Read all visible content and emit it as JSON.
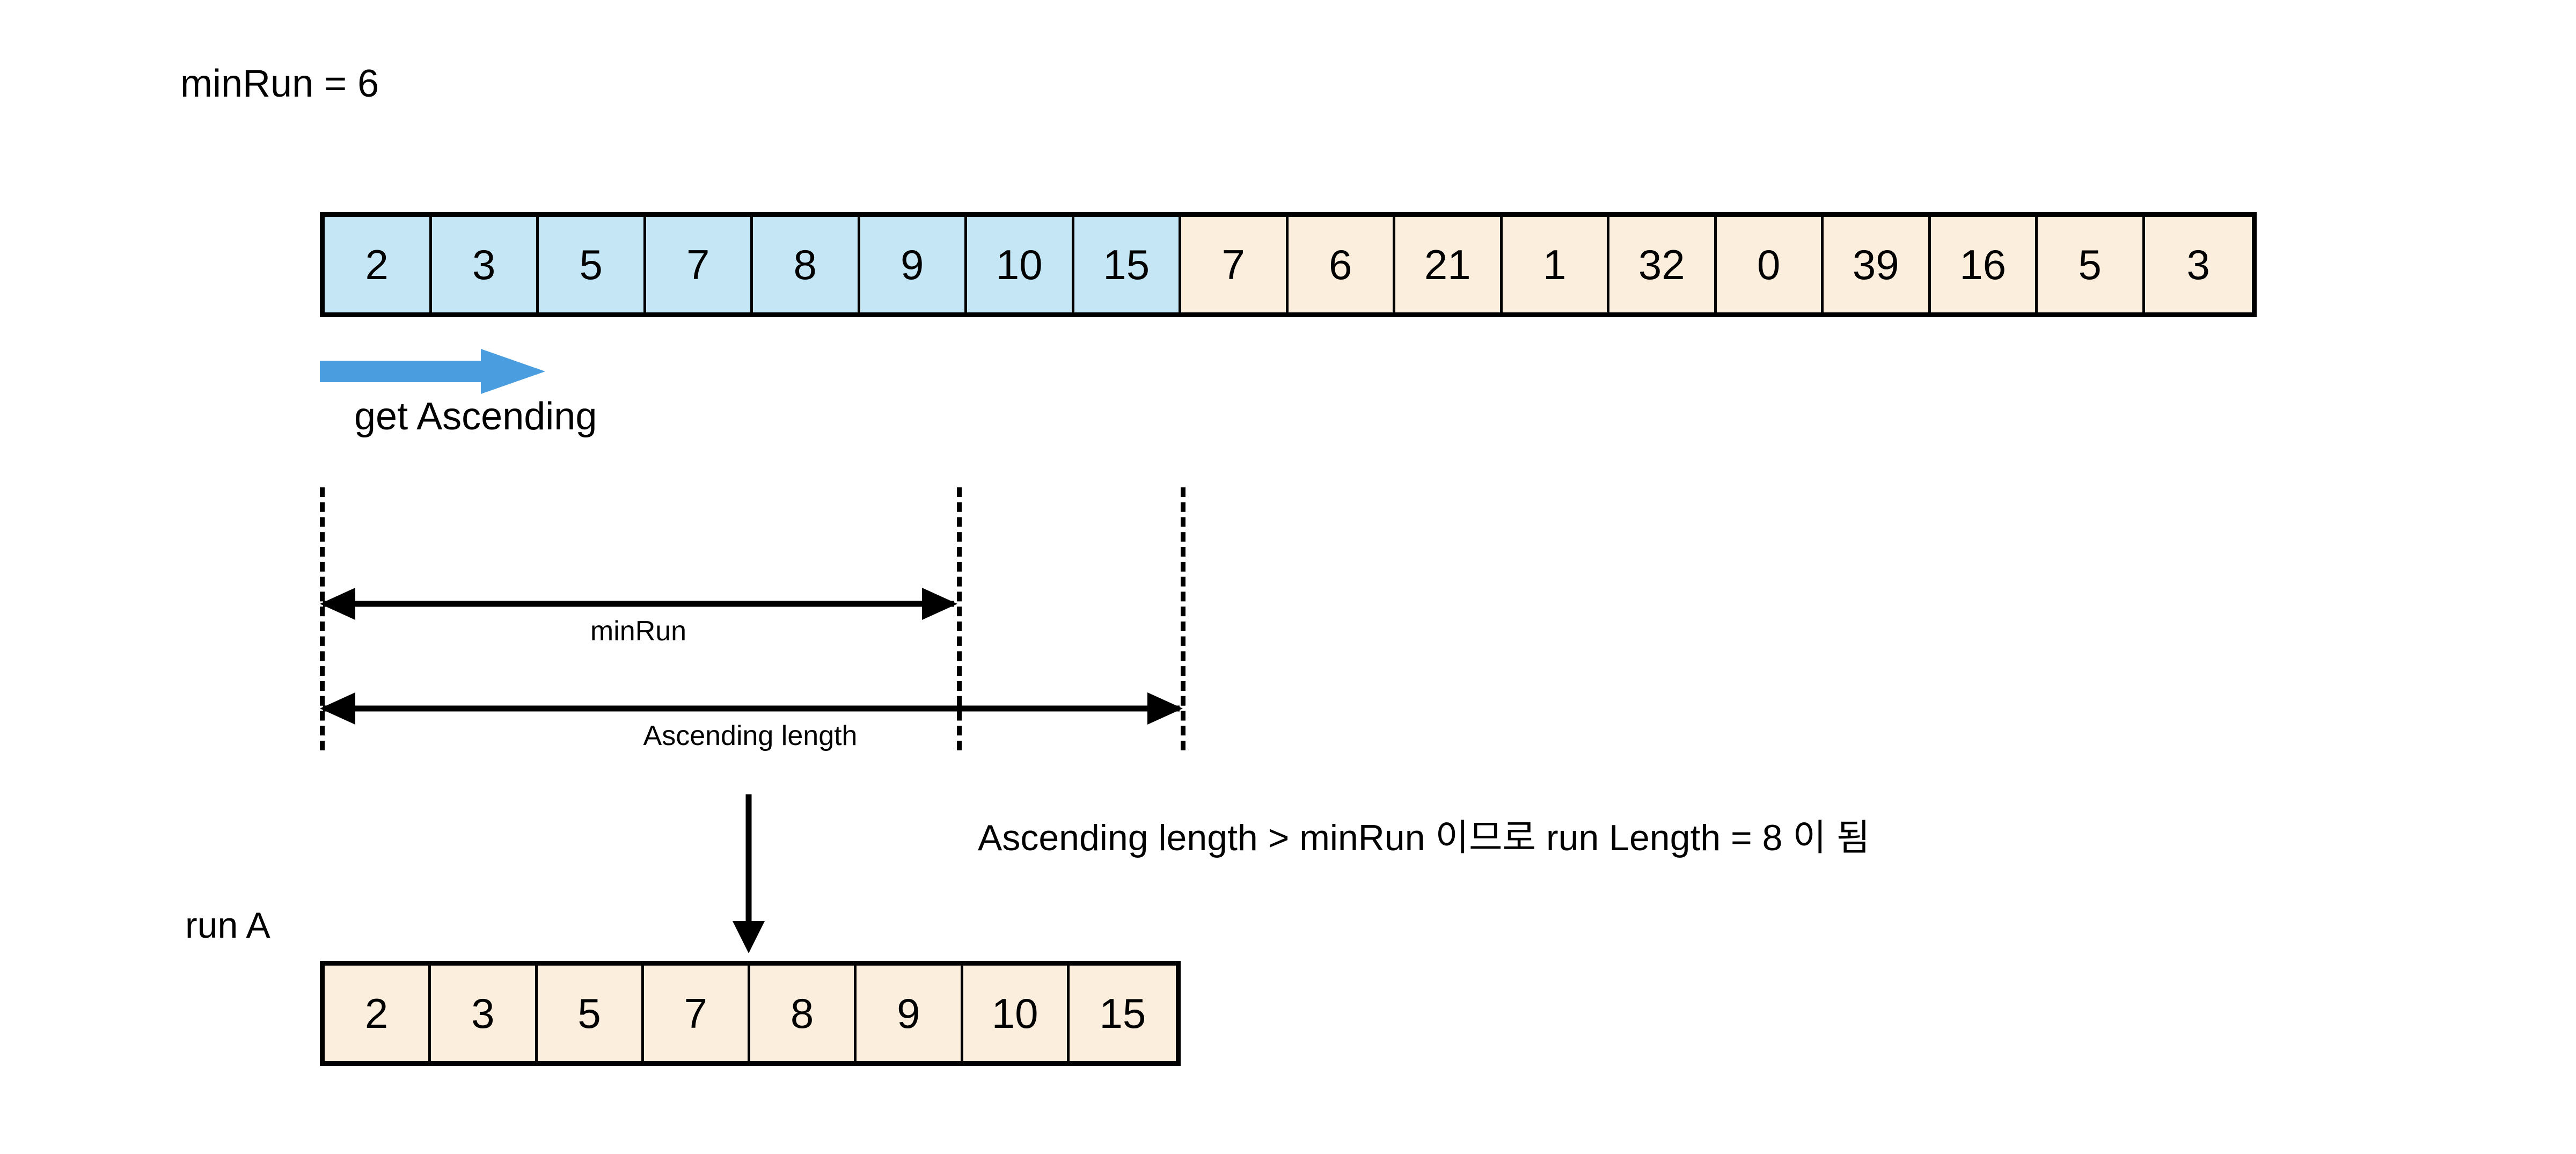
{
  "title": "minRun = 6",
  "main_array": {
    "cells": [
      {
        "value": "2",
        "highlight": "blue"
      },
      {
        "value": "3",
        "highlight": "blue"
      },
      {
        "value": "5",
        "highlight": "blue"
      },
      {
        "value": "7",
        "highlight": "blue"
      },
      {
        "value": "8",
        "highlight": "blue"
      },
      {
        "value": "9",
        "highlight": "blue"
      },
      {
        "value": "10",
        "highlight": "blue"
      },
      {
        "value": "15",
        "highlight": "blue"
      },
      {
        "value": "7",
        "highlight": "beige"
      },
      {
        "value": "6",
        "highlight": "beige"
      },
      {
        "value": "21",
        "highlight": "beige"
      },
      {
        "value": "1",
        "highlight": "beige"
      },
      {
        "value": "32",
        "highlight": "beige"
      },
      {
        "value": "0",
        "highlight": "beige"
      },
      {
        "value": "39",
        "highlight": "beige"
      },
      {
        "value": "16",
        "highlight": "beige"
      },
      {
        "value": "5",
        "highlight": "beige"
      },
      {
        "value": "3",
        "highlight": "beige"
      }
    ]
  },
  "get_ascending": {
    "label": "get Ascending",
    "arrow_color": "#4a9ee0"
  },
  "dimensions": {
    "minrun_label": "minRun",
    "ascending_label": "Ascending length"
  },
  "conclusion": "Ascending length > minRun 이므로 run Length = 8 이 됨",
  "run_a": {
    "label": "run A",
    "cells": [
      {
        "value": "2",
        "highlight": "beige"
      },
      {
        "value": "3",
        "highlight": "beige"
      },
      {
        "value": "5",
        "highlight": "beige"
      },
      {
        "value": "7",
        "highlight": "beige"
      },
      {
        "value": "8",
        "highlight": "beige"
      },
      {
        "value": "9",
        "highlight": "beige"
      },
      {
        "value": "10",
        "highlight": "beige"
      },
      {
        "value": "15",
        "highlight": "beige"
      }
    ]
  },
  "colors": {
    "blue_cell": "#c5e6f5",
    "beige_cell": "#fbeedd",
    "arrow_blue": "#4a9ee0",
    "stroke": "#000000",
    "background": "#ffffff"
  }
}
